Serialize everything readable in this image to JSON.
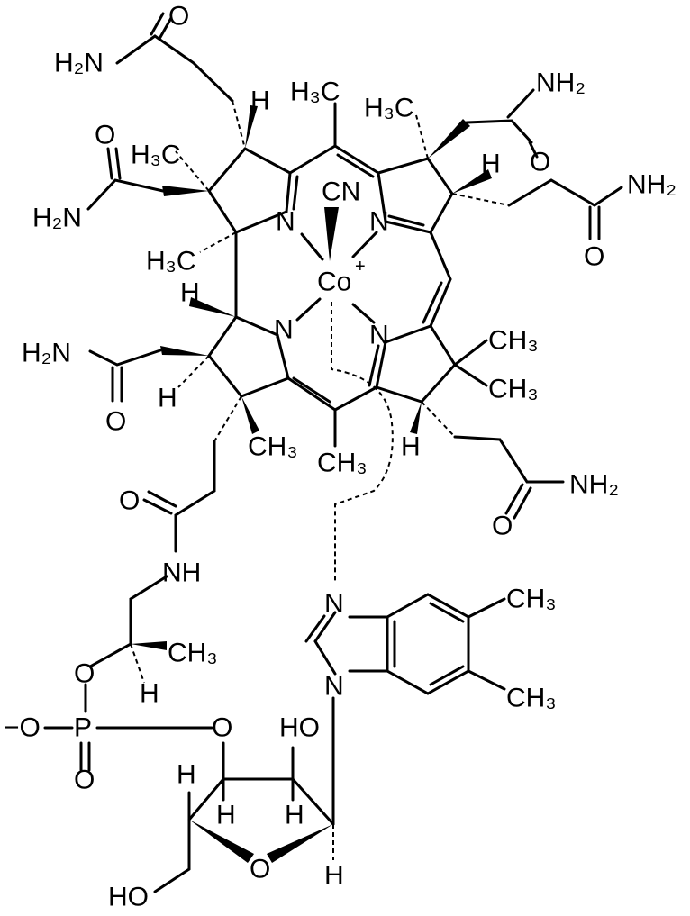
{
  "labels": {
    "amide_top_left_nh2": "H₂N",
    "amide_top_left_o": "O",
    "h_ring_a": "H",
    "methyl_top_center": "H₃C",
    "methyl_top_right": "H₃C",
    "amide_top_right_nh2": "NH₂",
    "amide_top_right_o": "O",
    "amide_left_o": "O",
    "methyl_left_upper": "H₃C",
    "amide_left_nh2": "H₂N",
    "cn_ligand": "CN",
    "n_ring_a": "N",
    "n_ring_b": "N",
    "h_ring_b": "H",
    "amide_right_nh2": "NH₂",
    "amide_right_o": "O",
    "methyl_left_lower": "H₃C",
    "cobalt": "Co",
    "cobalt_charge": "+",
    "h_ring_d": "H",
    "n_ring_d": "N",
    "n_ring_c": "N",
    "methyl_c1": "CH₃",
    "methyl_c2": "CH₃",
    "amide_mid_left_nh2": "H₂N",
    "amide_mid_left_o": "O",
    "h_ring_d2": "H",
    "methyl_d": "CH₃",
    "methyl_bottom_center": "CH₃",
    "h_ring_c": "H",
    "amide_lower_right_nh2": "NH₂",
    "amide_lower_right_o": "O",
    "amide_linker_o": "O",
    "amide_linker_nh": "NH",
    "benz_methyl1": "CH₃",
    "benz_methyl2": "CH₃",
    "benz_n1": "N",
    "benz_n2": "N",
    "propyl_methyl": "CH₃",
    "ester_o": "O",
    "propyl_h": "H",
    "phosphate_o_minus": "−O",
    "phosphate_p": "P",
    "phosphate_o_link": "O",
    "phosphate_o_double": "O",
    "ribose_oh": "HO",
    "ribose_h1": "H",
    "ribose_h2": "H",
    "ribose_h3": "H",
    "ribose_o": "O",
    "ribose_h4": "H",
    "ribose_ho": "HO"
  }
}
